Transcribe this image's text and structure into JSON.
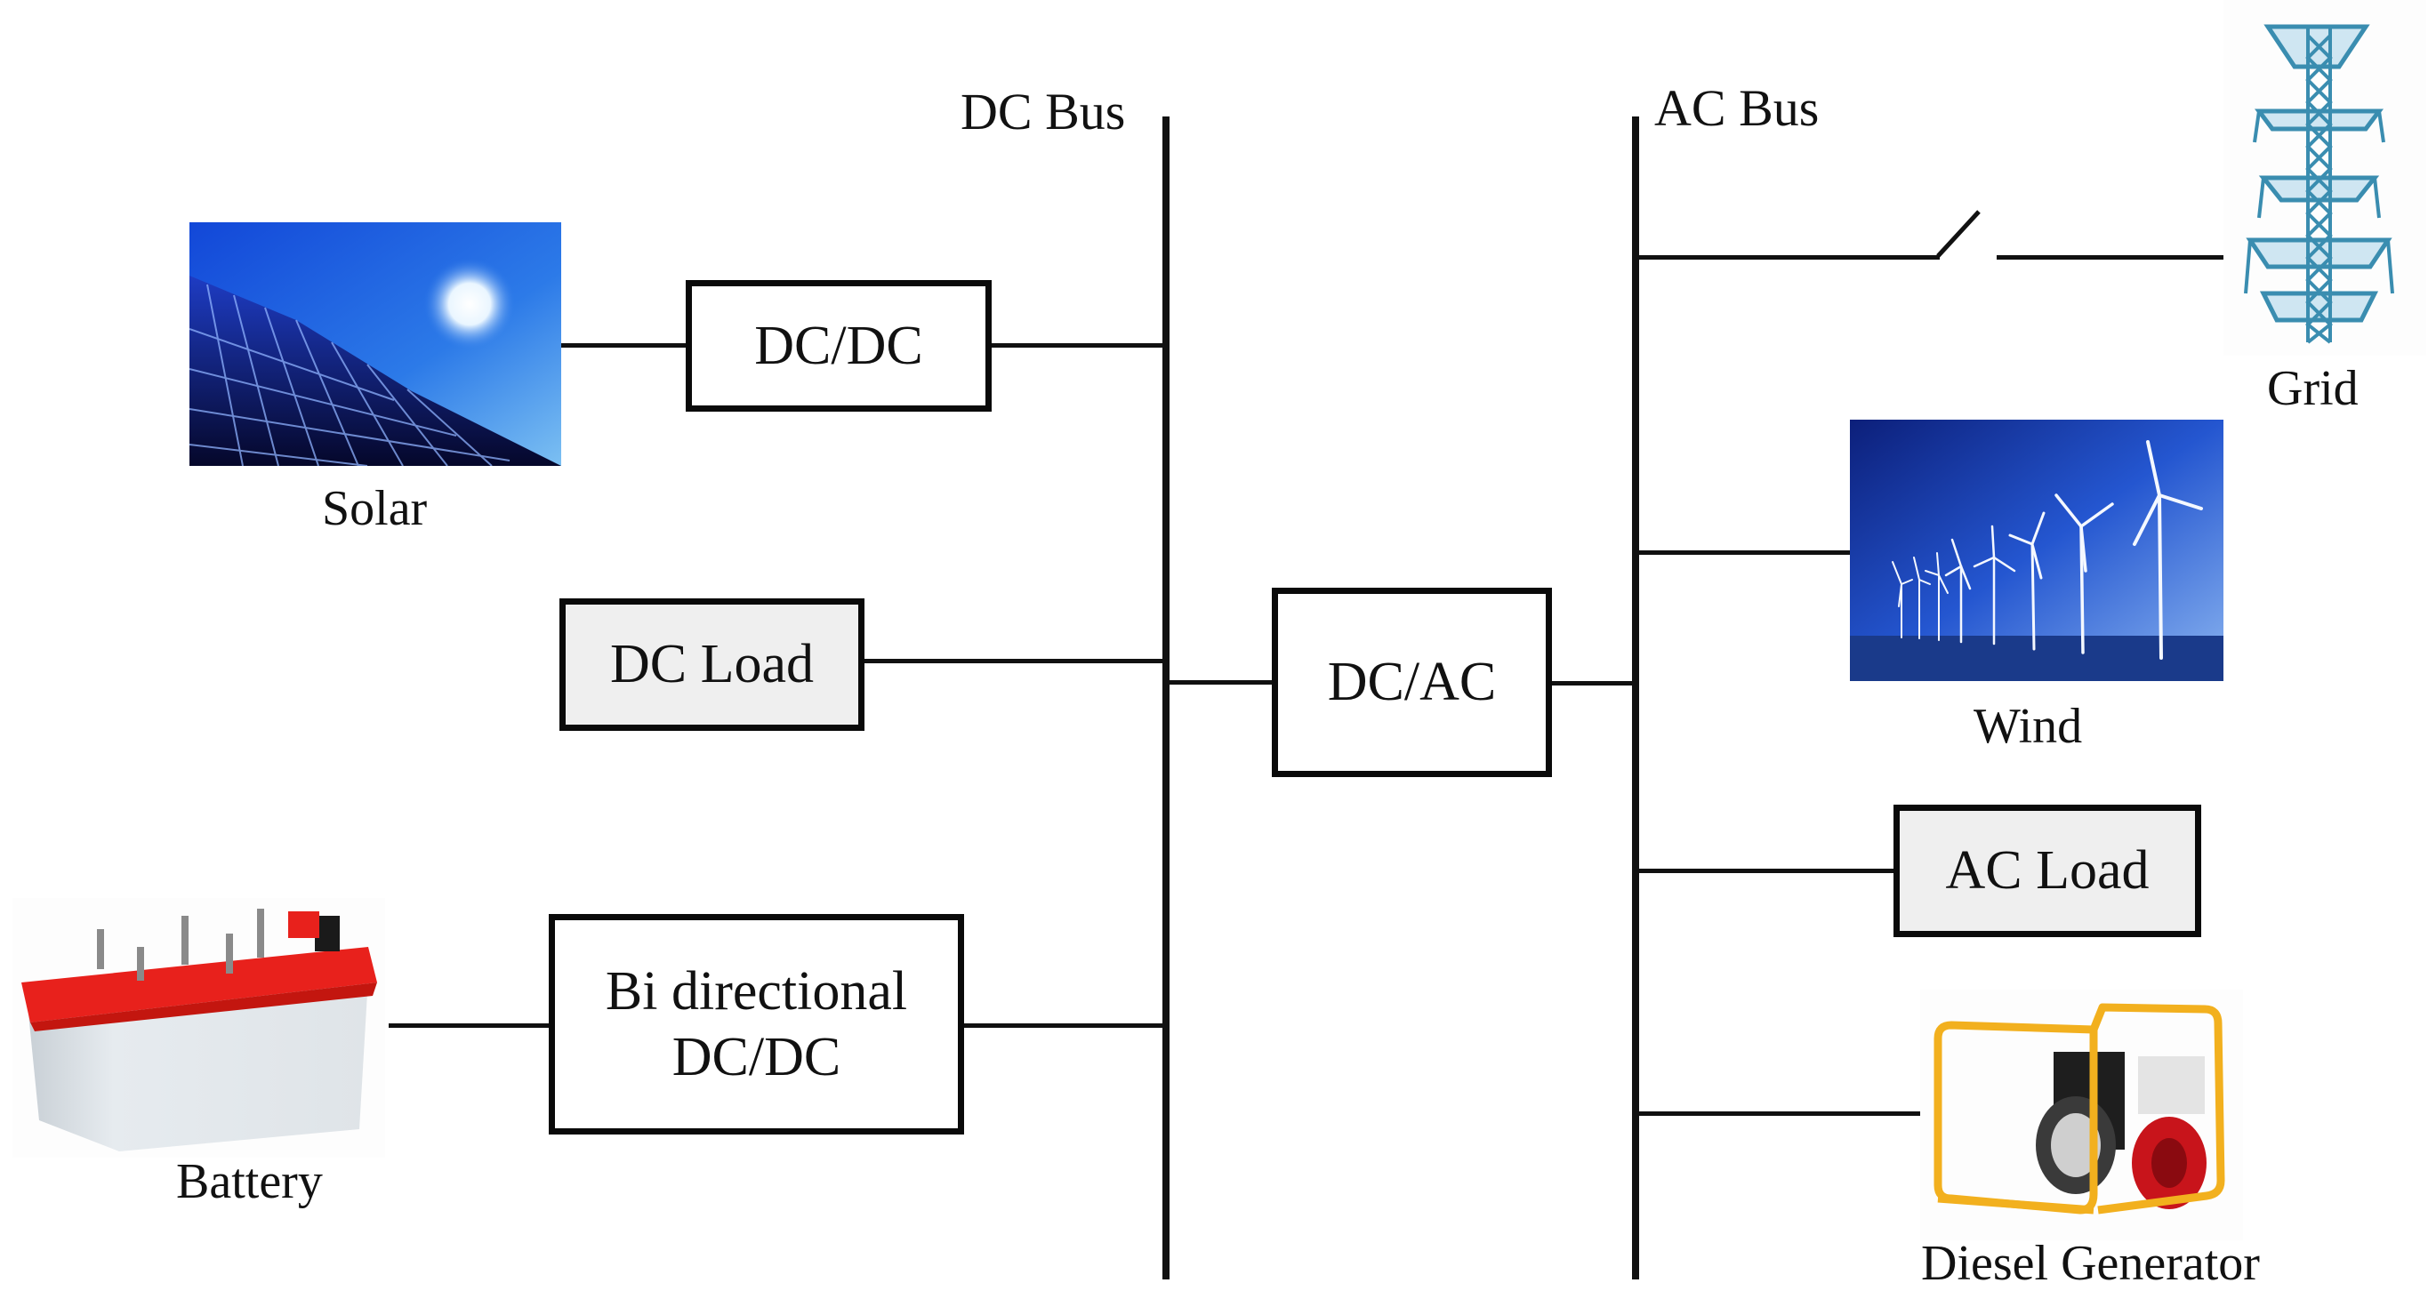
{
  "diagram": {
    "type": "hybrid microgrid single-line block diagram",
    "buses": {
      "dc": {
        "label": "DC Bus"
      },
      "ac": {
        "label": "AC Bus"
      }
    },
    "converters": {
      "solar_dcdc": {
        "label": "DC/DC"
      },
      "inverter": {
        "label": "DC/AC"
      },
      "battery_dcdc": {
        "line1": "Bi directional",
        "line2": "DC/DC"
      }
    },
    "loads": {
      "dc_load": {
        "label": "DC Load"
      },
      "ac_load": {
        "label": "AC Load"
      }
    },
    "sources": {
      "solar": {
        "label": "Solar",
        "icon": "solar-panel-icon"
      },
      "battery": {
        "label": "Battery",
        "icon": "battery-icon"
      },
      "grid": {
        "label": "Grid",
        "icon": "transmission-tower-icon"
      },
      "wind": {
        "label": "Wind",
        "icon": "wind-turbine-icon"
      },
      "diesel": {
        "label": "Diesel Generator",
        "icon": "diesel-generator-icon"
      }
    },
    "switch": {
      "state": "open",
      "icon": "open-switch-icon"
    },
    "colors": {
      "line": "#111111",
      "load_fill": "#efefef",
      "sky_blue": "#1d4fd6",
      "battery_red": "#e8211c",
      "generator_yellow": "#f2b01e",
      "tower_teal": "#3a8db0"
    },
    "connections": [
      {
        "from": "Solar",
        "via": "DC/DC",
        "to": "DC Bus"
      },
      {
        "from": "DC Load",
        "to": "DC Bus"
      },
      {
        "from": "Battery",
        "via": "Bi directional DC/DC",
        "to": "DC Bus"
      },
      {
        "from": "DC Bus",
        "via": "DC/AC",
        "to": "AC Bus"
      },
      {
        "from": "Grid",
        "via": "switch",
        "to": "AC Bus"
      },
      {
        "from": "Wind",
        "to": "AC Bus"
      },
      {
        "from": "AC Load",
        "to": "AC Bus"
      },
      {
        "from": "Diesel Generator",
        "to": "AC Bus"
      }
    ]
  }
}
